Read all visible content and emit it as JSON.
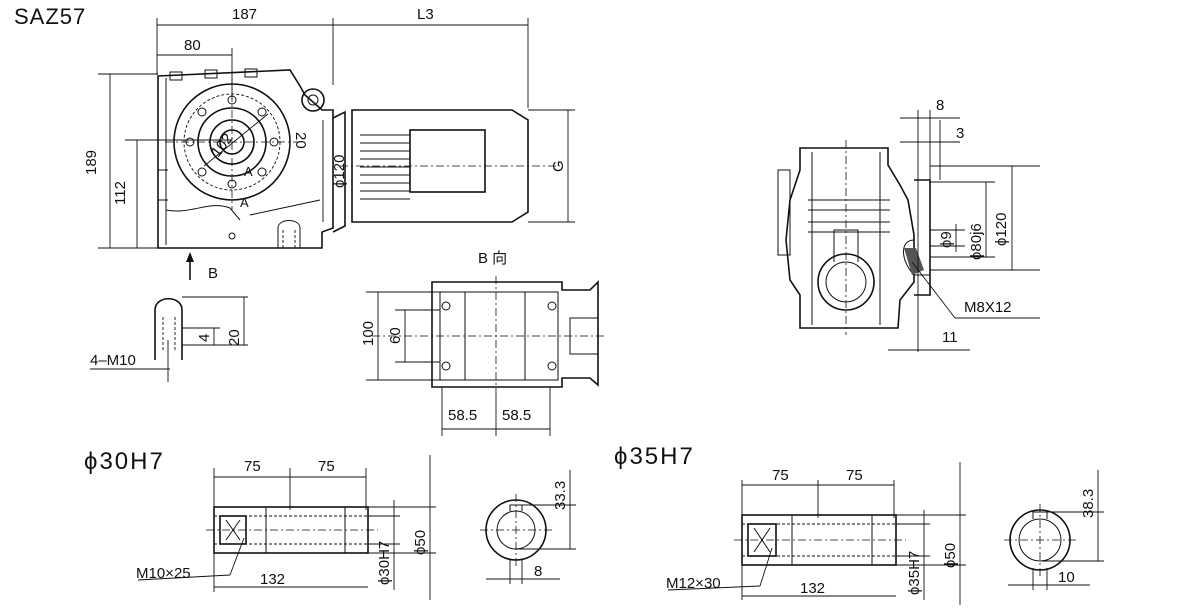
{
  "title": "SAZ57",
  "main_view": {
    "dims": {
      "d187": "187",
      "dL3": "L3",
      "d80": "80",
      "d189": "189",
      "d112": "112",
      "d120": "ϕ120",
      "d20": "20",
      "d102": "102",
      "dG": "G",
      "mark_a1": "A",
      "mark_a2": "A"
    },
    "arrow_label": "B"
  },
  "detail_tap": {
    "thread": "4–M10",
    "d4": "4",
    "d20": "20"
  },
  "b_view": {
    "title": "B 向",
    "d100": "100",
    "d60": "60",
    "d585_left": "58.5",
    "d585_right": "58.5"
  },
  "side_view": {
    "d8": "8",
    "d3": "3",
    "d9": "ϕ9",
    "d80j6": "ϕ80j6",
    "d120": "ϕ120",
    "thread": "M8X12",
    "d11": "11"
  },
  "shaft_30": {
    "title": "ϕ30H7",
    "d75a": "75",
    "d75b": "75",
    "d30h7": "ϕ30H7",
    "d50": "ϕ50",
    "d132": "132",
    "thread": "M10×25",
    "key_d333": "33.3",
    "key_d8": "8"
  },
  "shaft_35": {
    "title": "ϕ35H7",
    "d75a": "75",
    "d75b": "75",
    "d35h7": "ϕ35H7",
    "d50": "ϕ50",
    "d132": "132",
    "thread": "M12×30",
    "key_d383": "38.3",
    "key_d10": "10"
  }
}
